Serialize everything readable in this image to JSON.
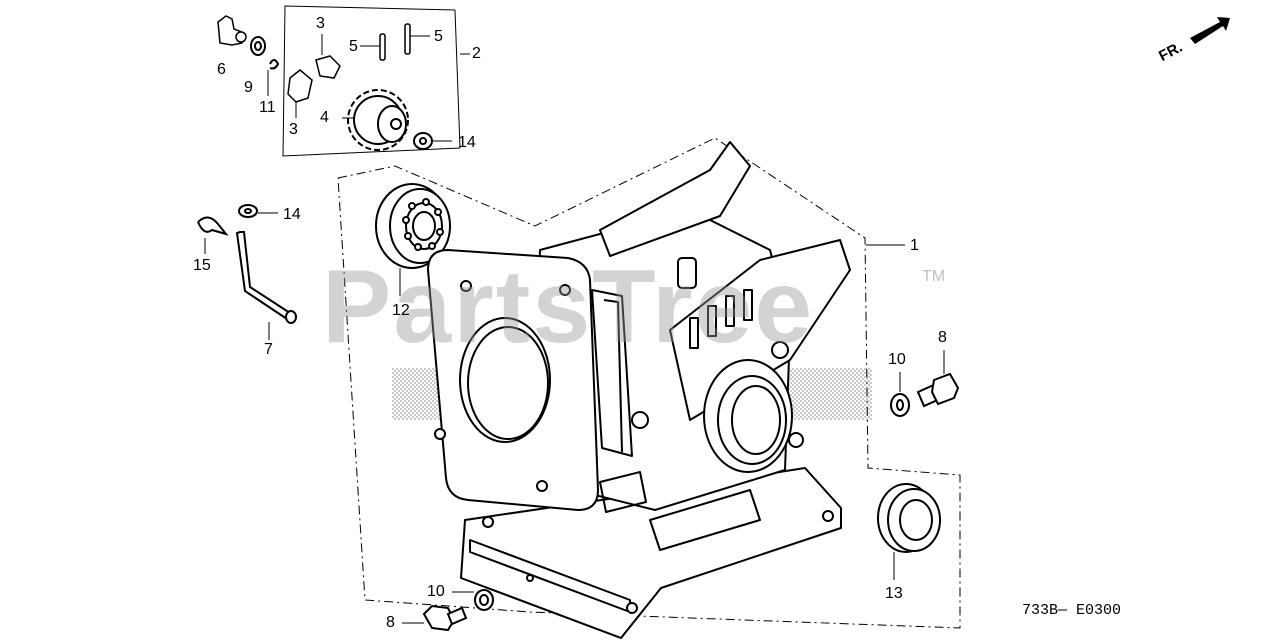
{
  "watermark": {
    "text": "PartsTree",
    "tm": "TM"
  },
  "direction": {
    "label": "FR."
  },
  "diagram_code": "733B— E0300",
  "labels": {
    "l1": "1",
    "l2": "2",
    "l3a": "3",
    "l3b": "3",
    "l4": "4",
    "l5a": "5",
    "l5b": "5",
    "l6": "6",
    "l7": "7",
    "l8a": "8",
    "l8b": "8",
    "l9": "9",
    "l10a": "10",
    "l10b": "10",
    "l11": "11",
    "l12": "12",
    "l13": "13",
    "l14a": "14",
    "l14b": "14",
    "l15": "15"
  }
}
